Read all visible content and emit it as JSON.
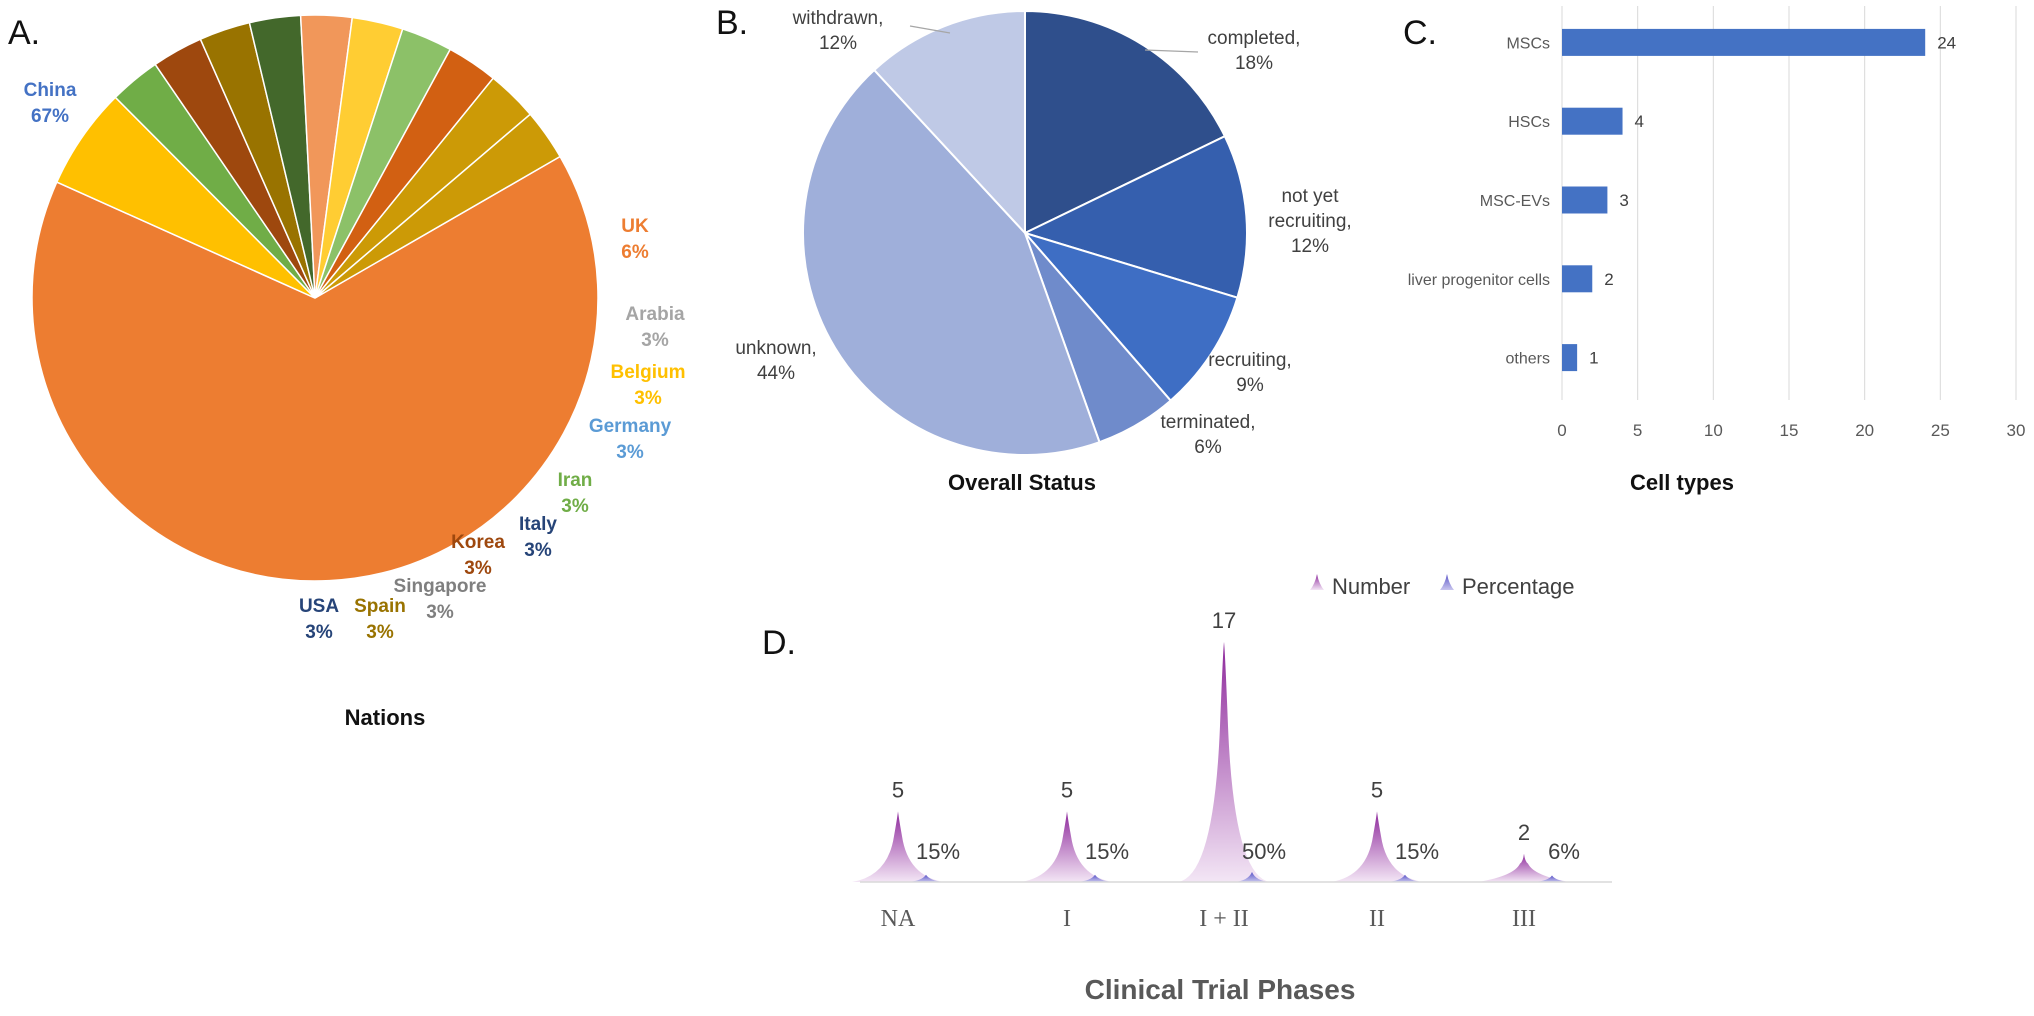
{
  "panels": {
    "a": {
      "letter": "A.",
      "chart_data": {
        "type": "pie",
        "title": "Nations",
        "slices": [
          {
            "name": "China",
            "pct_label": "67%",
            "value": 67,
            "color": "#ED7D31",
            "label_color": "#4472C4"
          },
          {
            "name": "UK",
            "pct_label": "6%",
            "value": 6,
            "color": "#FFC000",
            "label_color": "#ED7D31"
          },
          {
            "name": "Arabia",
            "pct_label": "3%",
            "value": 3,
            "color": "#70AD47",
            "label_color": "#A5A5A5"
          },
          {
            "name": "",
            "pct_label": "",
            "value": 3,
            "color": "#9E480E",
            "label_color": "#9E480E"
          },
          {
            "name": "Belgium",
            "pct_label": "3%",
            "value": 3,
            "color": "#997300",
            "label_color": "#FFC000"
          },
          {
            "name": "Germany",
            "pct_label": "3%",
            "value": 3,
            "color": "#43682B",
            "label_color": "#5B9BD5"
          },
          {
            "name": "Iran",
            "pct_label": "3%",
            "value": 3,
            "color": "#F1975A",
            "label_color": "#70AD47"
          },
          {
            "name": "Italy",
            "pct_label": "3%",
            "value": 3,
            "color": "#FFCD33",
            "label_color": "#264478"
          },
          {
            "name": "Korea",
            "pct_label": "3%",
            "value": 3,
            "color": "#8CC168",
            "label_color": "#9E480E"
          },
          {
            "name": "Singapore",
            "pct_label": "3%",
            "value": 3,
            "color": "#D26012",
            "label_color": "#7F7F7F"
          },
          {
            "name": "Spain",
            "pct_label": "3%",
            "value": 3,
            "color": "#CC9A06",
            "label_color": "#997300"
          },
          {
            "name": "USA",
            "pct_label": "3%",
            "value": 3,
            "color": "#CC9A06",
            "label_color": "#264478"
          }
        ]
      }
    },
    "b": {
      "letter": "B.",
      "chart_data": {
        "type": "pie",
        "title": "Overall Status",
        "slices": [
          {
            "name": "completed,",
            "pct_label": "18%",
            "value": 18,
            "color": "#2F4F8C"
          },
          {
            "name": "not yet recruiting,",
            "pct_label": "12%",
            "value": 12,
            "color": "#355FAE"
          },
          {
            "name": "recruiting,",
            "pct_label": "9%",
            "value": 9,
            "color": "#3E6EC4"
          },
          {
            "name": "terminated,",
            "pct_label": "6%",
            "value": 6,
            "color": "#6F8BCB"
          },
          {
            "name": "unknown,",
            "pct_label": "44%",
            "value": 44,
            "color": "#9FAFDA"
          },
          {
            "name": "withdrawn,",
            "pct_label": "12%",
            "value": 12,
            "color": "#BFC9E6"
          }
        ]
      }
    },
    "c": {
      "letter": "C.",
      "chart_data": {
        "type": "bar",
        "orientation": "horizontal",
        "title": "Cell types",
        "categories": [
          "MSCs",
          "HSCs",
          "MSC-EVs",
          "liver progenitor cells",
          "others"
        ],
        "values": [
          24,
          4,
          3,
          2,
          1
        ],
        "value_labels": [
          "24",
          "4",
          "3",
          "2",
          "1"
        ],
        "xlim": [
          0,
          30
        ],
        "xticks": [
          "0",
          "5",
          "10",
          "15",
          "20",
          "25",
          "30"
        ],
        "grid": true,
        "color": "#4472C4"
      }
    },
    "d": {
      "letter": "D.",
      "chart_data": {
        "type": "area",
        "title": "Clinical Trial Phases",
        "categories": [
          "NA",
          "I",
          "I + II",
          "II",
          "III"
        ],
        "series": [
          {
            "name": "Number",
            "values": [
              5,
              5,
              17,
              5,
              2
            ],
            "labels": [
              "5",
              "5",
              "17",
              "5",
              "2"
            ],
            "color": "#9B3FA8"
          },
          {
            "name": "Percentage",
            "values": [
              15,
              15,
              50,
              15,
              6
            ],
            "labels": [
              "15%",
              "15%",
              "50%",
              "15%",
              "6%"
            ],
            "color": "#6A5ACD"
          }
        ],
        "legend_position": "top-right"
      }
    }
  }
}
